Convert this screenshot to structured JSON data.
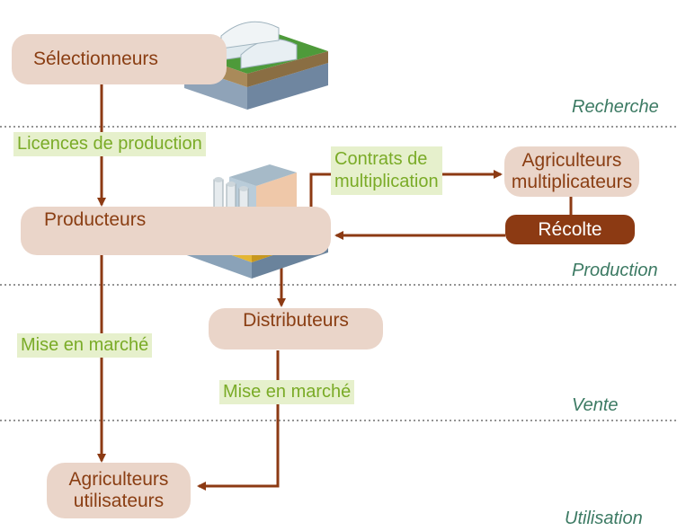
{
  "nodes": {
    "selectionneurs": "Sélectionneurs",
    "producteurs": "Producteurs",
    "agri_mult_1": "Agriculteurs",
    "agri_mult_2": "multiplicateurs",
    "recolte": "Récolte",
    "distributeurs": "Distributeurs",
    "agri_util_1": "Agriculteurs",
    "agri_util_2": "utilisateurs"
  },
  "edge_labels": {
    "licences": "Licences de production",
    "contrats_1": "Contrats de",
    "contrats_2": "multiplication",
    "mise_marche_1": "Mise en marché",
    "mise_marche_2": "Mise en marché"
  },
  "stages": {
    "recherche": "Recherche",
    "production": "Production",
    "vente": "Vente",
    "utilisation": "Utilisation"
  },
  "colors": {
    "node_fill": "#ead5c9",
    "node_text": "#8a3e13",
    "arrow": "#8c3a13",
    "label_fill": "#e6f0cc",
    "label_text": "#7aab27",
    "stage_text": "#3c7a63"
  }
}
